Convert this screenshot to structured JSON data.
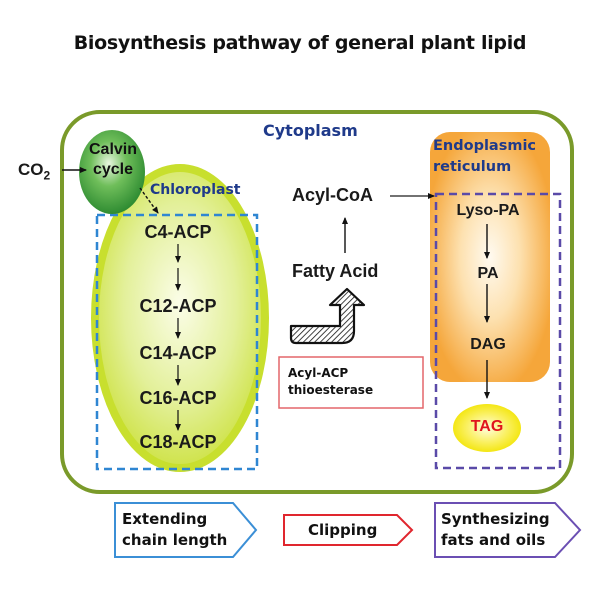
{
  "title": "Biosynthesis pathway of general plant lipid",
  "compartments": {
    "cytoplasm": "Cytoplasm",
    "chloroplast": "Chloroplast",
    "er_line1": "Endoplasmic",
    "er_line2": "reticulum"
  },
  "inputs": {
    "co2": "CO",
    "co2_subscript": "2",
    "calvin_line1": "Calvin",
    "calvin_line2": "cycle"
  },
  "chloroplast_chain": [
    "C4-ACP",
    "C12-ACP",
    "C14-ACP",
    "C16-ACP",
    "C18-ACP"
  ],
  "cytoplasm_steps": {
    "fatty_acid": "Fatty Acid",
    "acyl_coa": "Acyl-CoA",
    "enzyme_line1": "Acyl-ACP",
    "enzyme_line2": "thioesterase"
  },
  "er_steps": [
    "Lyso-PA",
    "PA",
    "DAG"
  ],
  "product": "TAG",
  "stages": [
    {
      "line1": "Extending",
      "line2": "chain length",
      "color": "#3b8fd6"
    },
    {
      "line1": "Clipping",
      "line2": "",
      "color": "#e0262e"
    },
    {
      "line1": "Synthesizing",
      "line2": "fats and oils",
      "color": "#6b4fb3"
    }
  ],
  "colors": {
    "cell_border": "#7a9a2a",
    "chloroplast": "#c9e33a",
    "calvin": "#3c9a3a",
    "er": "#f5a93a",
    "tag": "#f6e800",
    "tag_text": "#e0141c",
    "blue_dash": "#2f86d2",
    "purple_dash": "#5a4aa8",
    "enzyme_border": "#e4666a",
    "navy": "#1f3a8a"
  }
}
